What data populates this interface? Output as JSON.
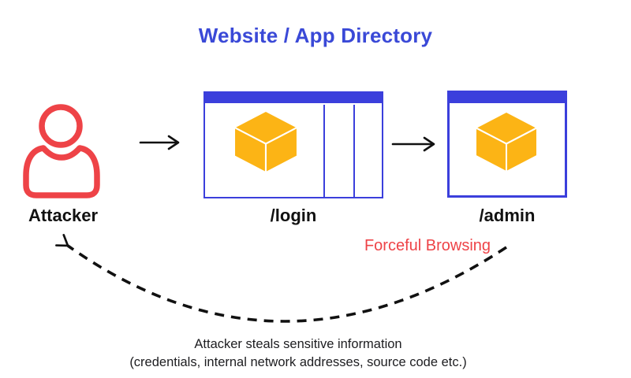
{
  "title": "Website / App Directory",
  "colors": {
    "blue": "#3b3fdc",
    "title-blue": "#3a49d7",
    "red": "#ee4347",
    "yellow": "#fcb415",
    "ink": "#111111",
    "text": "#1d1d20"
  },
  "attacker": {
    "label": "Attacker",
    "icon": "person-icon"
  },
  "windows": {
    "login": {
      "label": "/login",
      "icon": "browser-window-icon",
      "content_icon": "cube-icon",
      "panes": 3
    },
    "admin": {
      "label": "/admin",
      "icon": "browser-window-icon",
      "content_icon": "cube-icon",
      "panes": 1
    }
  },
  "flow": {
    "arrow1_icon": "arrow-right-icon",
    "arrow2_icon": "arrow-right-icon",
    "return_arrow_icon": "dashed-curved-arrow-icon",
    "forceful_browsing_label": "Forceful Browsing",
    "caption_line1": "Attacker steals sensitive information",
    "caption_line2": "(credentials, internal network addresses, source code etc.)"
  }
}
